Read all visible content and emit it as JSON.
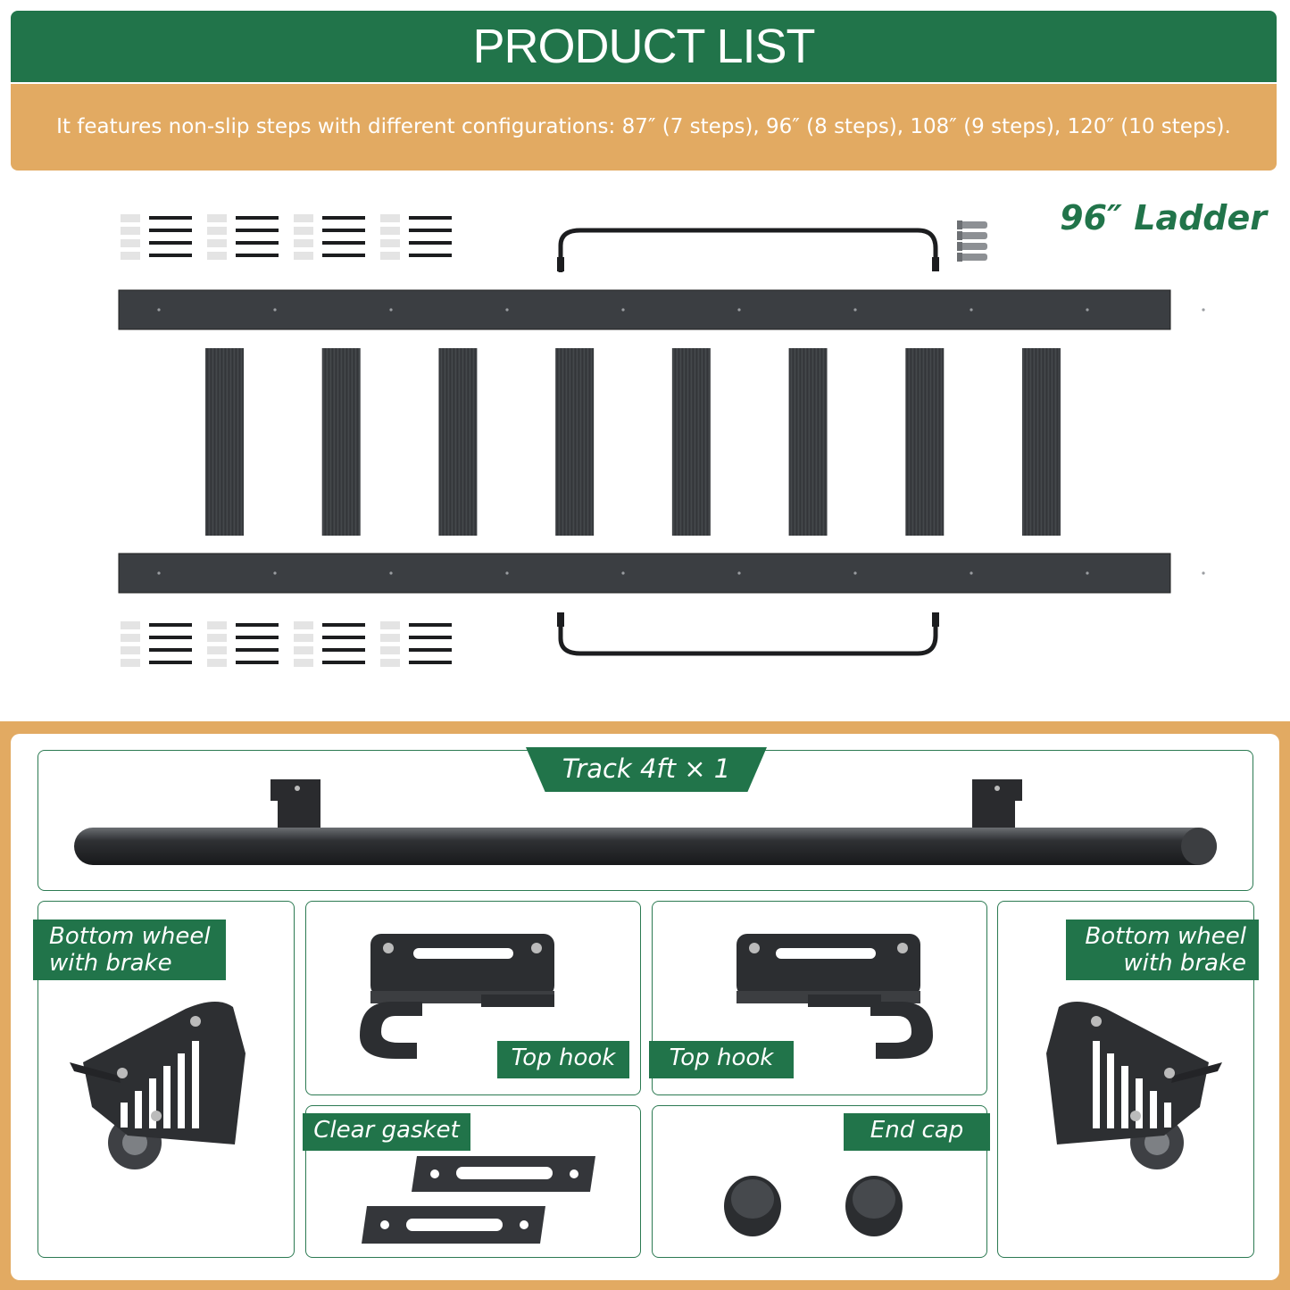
{
  "header": {
    "title": "PRODUCT LIST",
    "subtitle": "It features non-slip steps with different configurations: 87″ (7 steps), 96″ (8 steps), 108″ (9 steps), 120″ (10 steps)."
  },
  "ladder": {
    "label": "96″ Ladder",
    "step_count": 8
  },
  "parts": {
    "track": "Track 4ft × 1",
    "bottom_wheel_left": {
      "line1": "Bottom wheel",
      "line2": "with brake"
    },
    "bottom_wheel_right": {
      "line1": "Bottom wheel",
      "line2": "with brake"
    },
    "top_hook_left": "Top hook",
    "top_hook_right": "Top hook",
    "clear_gasket": "Clear gasket",
    "end_cap": "End cap"
  },
  "colors": {
    "brand_green": "#21744a",
    "accent_orange": "#e2aa62",
    "part_dark": "#3d3f42"
  }
}
